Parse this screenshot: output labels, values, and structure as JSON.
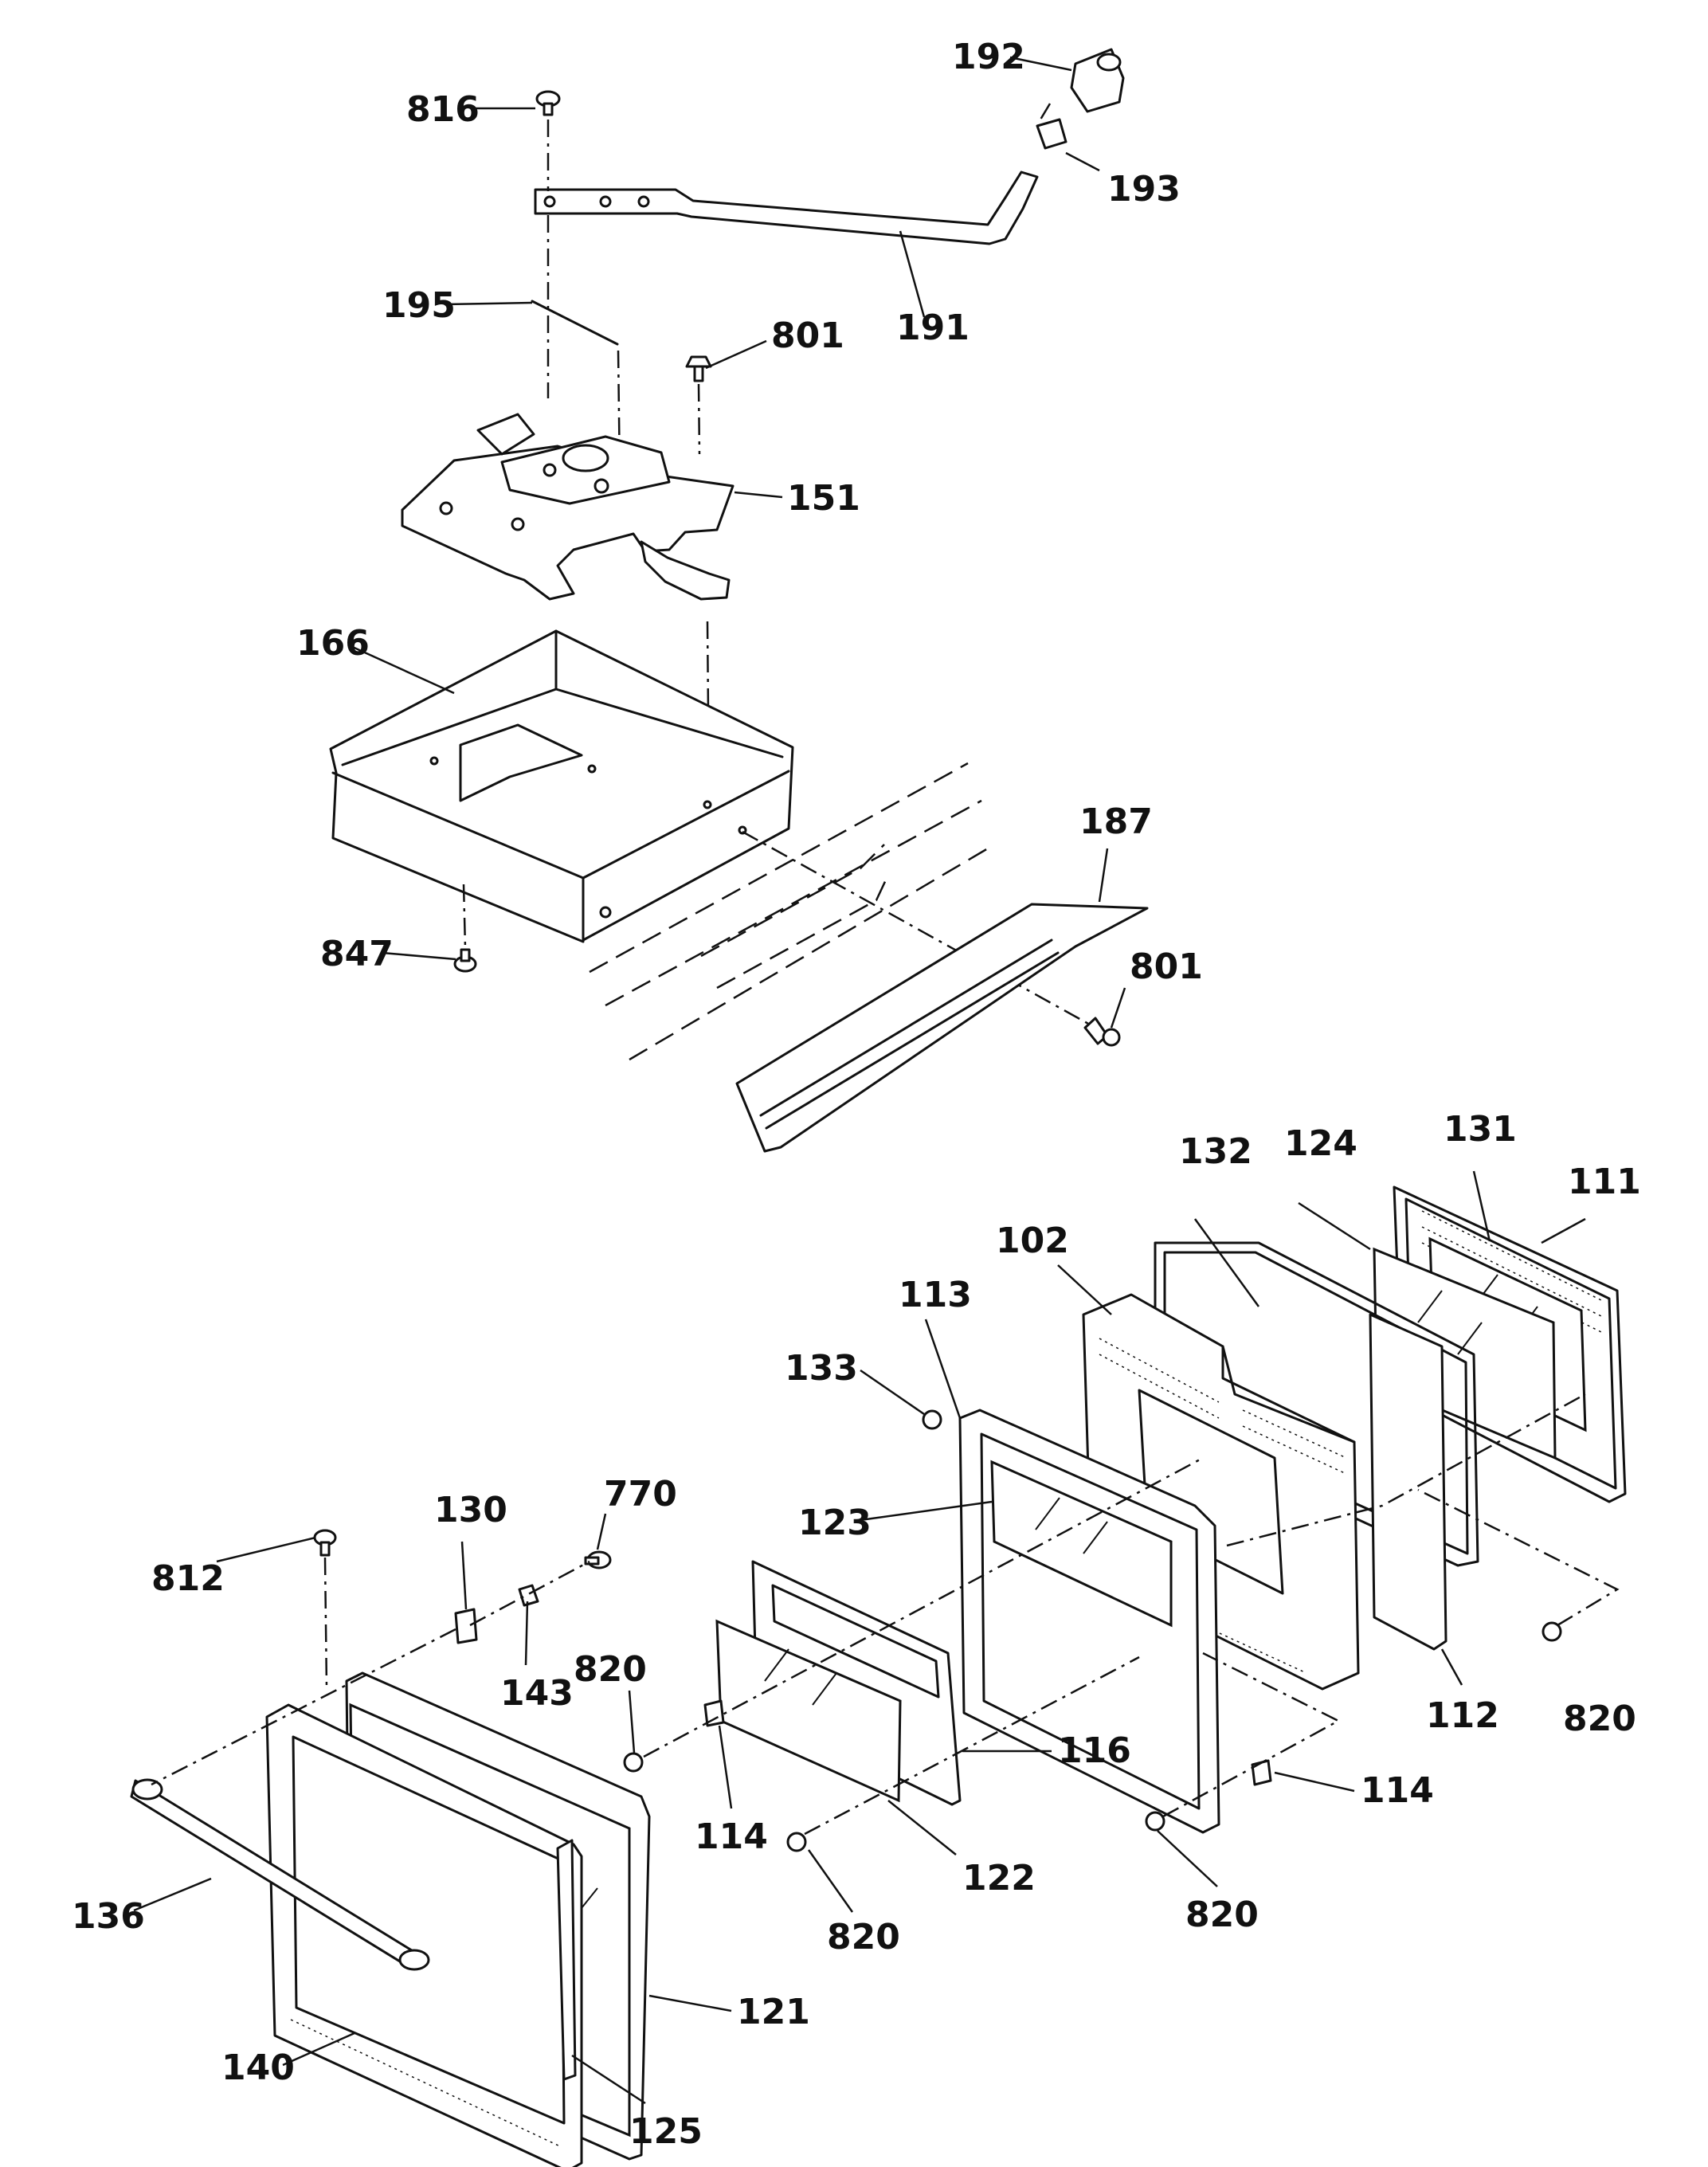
{
  "diagram": {
    "type": "exploded parts diagram",
    "callouts": {
      "c192": "192",
      "c816": "816",
      "c193": "193",
      "c191": "191",
      "c195": "195",
      "c801a": "801",
      "c151": "151",
      "c166": "166",
      "c187": "187",
      "c847": "847",
      "c801b": "801",
      "c132": "132",
      "c124": "124",
      "c131": "131",
      "c111": "111",
      "c102": "102",
      "c113": "113",
      "c133": "133",
      "c770": "770",
      "c130": "130",
      "c123": "123",
      "c812": "812",
      "c143": "143",
      "c820a": "820",
      "c820b": "820",
      "c116": "116",
      "c112": "112",
      "c114a": "114",
      "c114b": "114",
      "c122": "122",
      "c820c": "820",
      "c820d": "820",
      "c136": "136",
      "c121": "121",
      "c140": "140",
      "c125": "125"
    }
  }
}
